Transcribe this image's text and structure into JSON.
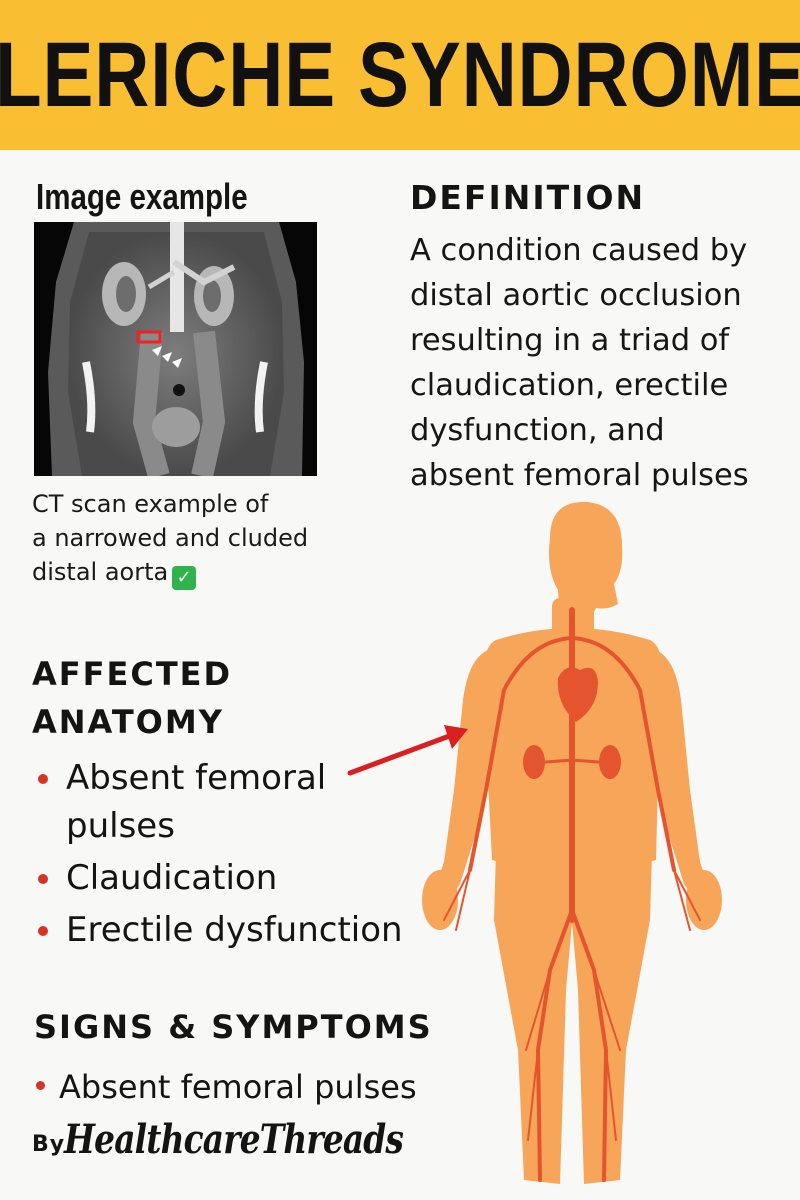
{
  "header": {
    "title": "LERICHE SYNDROME",
    "color": "#f9be32"
  },
  "image_section": {
    "label": "Image example",
    "caption_lines": [
      "CT scan example of",
      "a narrowed and cluded",
      "distal aorta"
    ],
    "caption_icon": "check-mark-icon"
  },
  "definition": {
    "title": "DEFINITION",
    "lines": [
      "A condition caused by",
      "distal aortic occlusion",
      "resulting in a triad of",
      "claudication, erectile",
      "dysfunction, and",
      "absent femoral pulses"
    ]
  },
  "affected_anatomy": {
    "title_lines": [
      "AFFECTED",
      "ANATOMY"
    ],
    "items": [
      {
        "lines": [
          "Absent femoral",
          "pulses"
        ]
      },
      {
        "lines": [
          "Claudication"
        ]
      },
      {
        "lines": [
          "Erectile dysfunction"
        ]
      }
    ]
  },
  "signs": {
    "title": "SIGNS & SYMPTOMS",
    "items": [
      "Absent femoral pulses"
    ]
  },
  "credit": {
    "by": "By",
    "name": "HealthcareThreads"
  },
  "colors": {
    "accent_red": "#d63324",
    "body_orange": "#f7a559",
    "vessel_red": "#e4552f"
  }
}
